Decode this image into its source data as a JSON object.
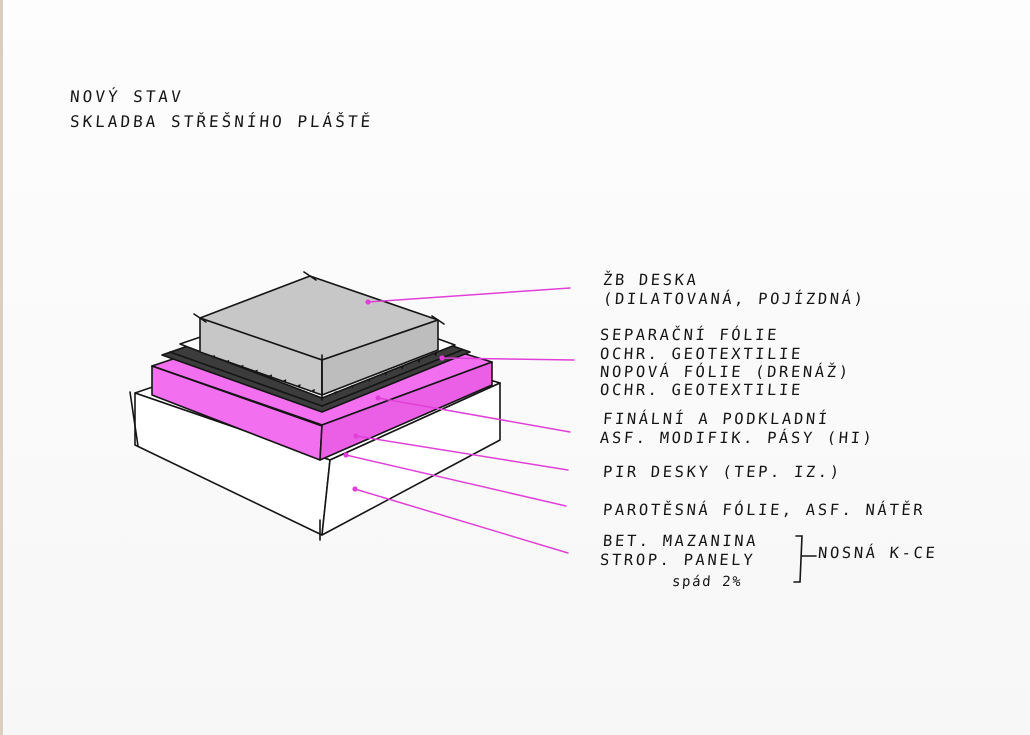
{
  "title": {
    "line1": "NOVÝ STAV",
    "line2": "SKLADBA STŘEŠNÍHO PLÁŠTĚ"
  },
  "labels": {
    "zb_line1": "ŽB DESKA",
    "zb_line2": "(DILATOVANÁ, POJÍZDNÁ)",
    "sep_line1": "SEPARAČNÍ FÓLIE",
    "sep_line2": "OCHR. GEOTEXTILIE",
    "sep_line3": "NOPOVÁ FÓLIE (DRENÁŽ)",
    "sep_line4": "OCHR. GEOTEXTILIE",
    "fin_line1": "FINÁLNÍ A PODKLADNÍ",
    "fin_line2": "ASF. MODIFIK. PÁSY (HI)",
    "pir": "PIR DESKY (TEP. IZ.)",
    "parot": "PAROTĚSNÁ FÓLIE, ASF. NÁTĚR",
    "bet_line1": "BET. MAZANINA",
    "bet_line2": "STROP. PANELY",
    "spad": "spád 2%",
    "nosna": "NOSNÁ K-CE"
  },
  "colors": {
    "ink": "#151515",
    "magenta": "#e040d8",
    "insulation": "#f26ff0",
    "membrane": "#3c3c3c",
    "slab": "#c7c7c7"
  }
}
